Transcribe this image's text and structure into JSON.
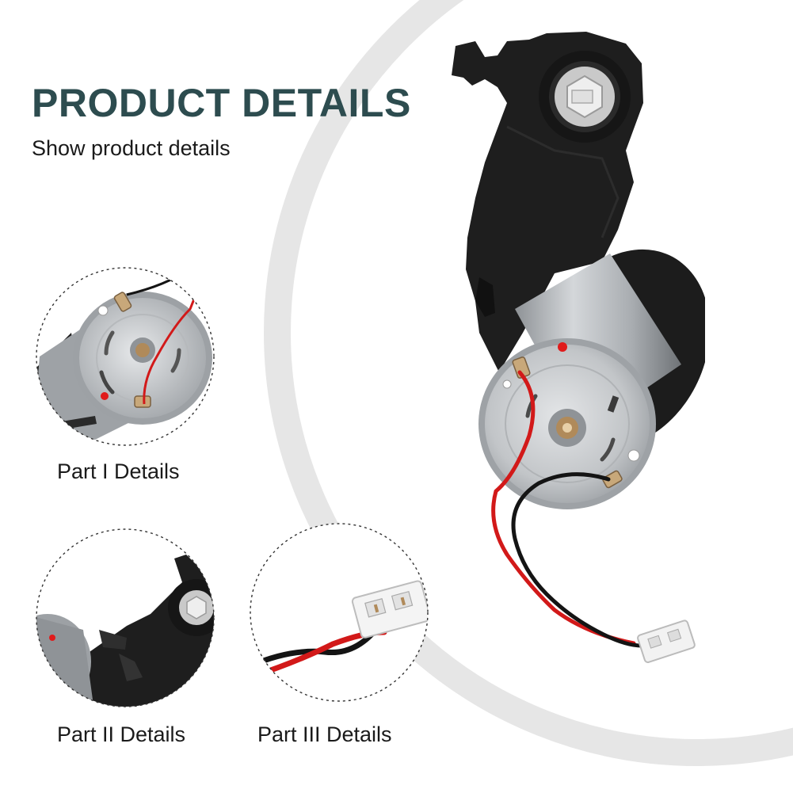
{
  "header": {
    "title": "PRODUCT DETAILS",
    "subtitle": "Show product details"
  },
  "details": [
    {
      "label": "Part I Details",
      "icon": "motor-face-icon"
    },
    {
      "label": "Part II Details",
      "icon": "gearbox-housing-icon"
    },
    {
      "label": "Part III Details",
      "icon": "wire-connector-icon"
    }
  ],
  "main_image": {
    "icon": "brush-motor-gearbox-icon"
  },
  "colors": {
    "title": "#2d4c4f",
    "text": "#1a1a1a",
    "background_arc": "#e6e6e6",
    "dotted_circle": "#333333",
    "motor_metal": "#b9bcbf",
    "housing_plastic": "#1e1e1e",
    "wire_red": "#d21919",
    "wire_black": "#141414",
    "connector": "#f2f2f2"
  }
}
